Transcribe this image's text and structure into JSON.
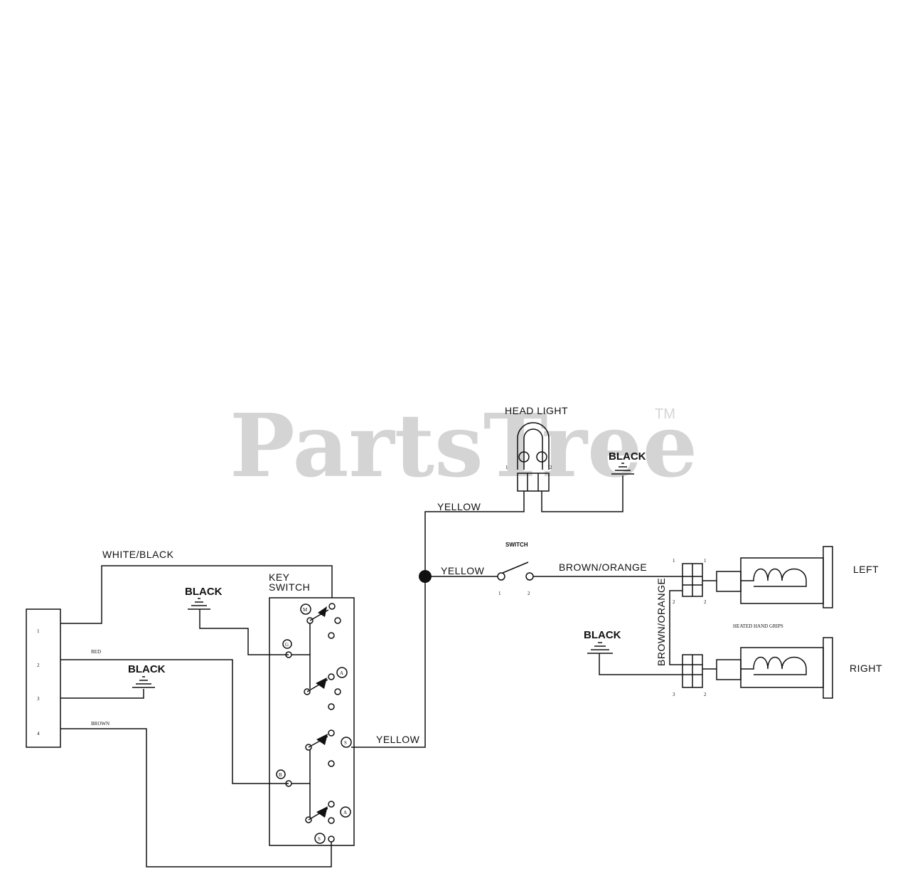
{
  "watermark": {
    "brand": "PartsTree",
    "trademark": "TM"
  },
  "labels": {
    "head_light": "HEAD LIGHT",
    "black": "BLACK",
    "yellow": "YELLOW",
    "switch": "SWITCH",
    "brown_orange": "BROWN/ORANGE",
    "white_black": "WHITE/BLACK",
    "key": "KEY",
    "switch_word": "SWITCH",
    "left": "LEFT",
    "right": "RIGHT",
    "heated_hand_grips": "HEATED HAND GRIPS",
    "red": "RED",
    "brown": "BROWN"
  },
  "connector_pins": [
    "1",
    "2",
    "3",
    "4"
  ],
  "head_light_pins": [
    "1",
    "2"
  ],
  "switch_pins": [
    "1",
    "2"
  ],
  "grip_pins": {
    "top_a": "1",
    "top_b": "1",
    "mid_a": "2",
    "mid_b": "2",
    "bot_a": "3",
    "bot_b": "2"
  },
  "key_switch_terminals": [
    "M",
    "G",
    "A",
    "S",
    "B",
    "A",
    "S"
  ]
}
